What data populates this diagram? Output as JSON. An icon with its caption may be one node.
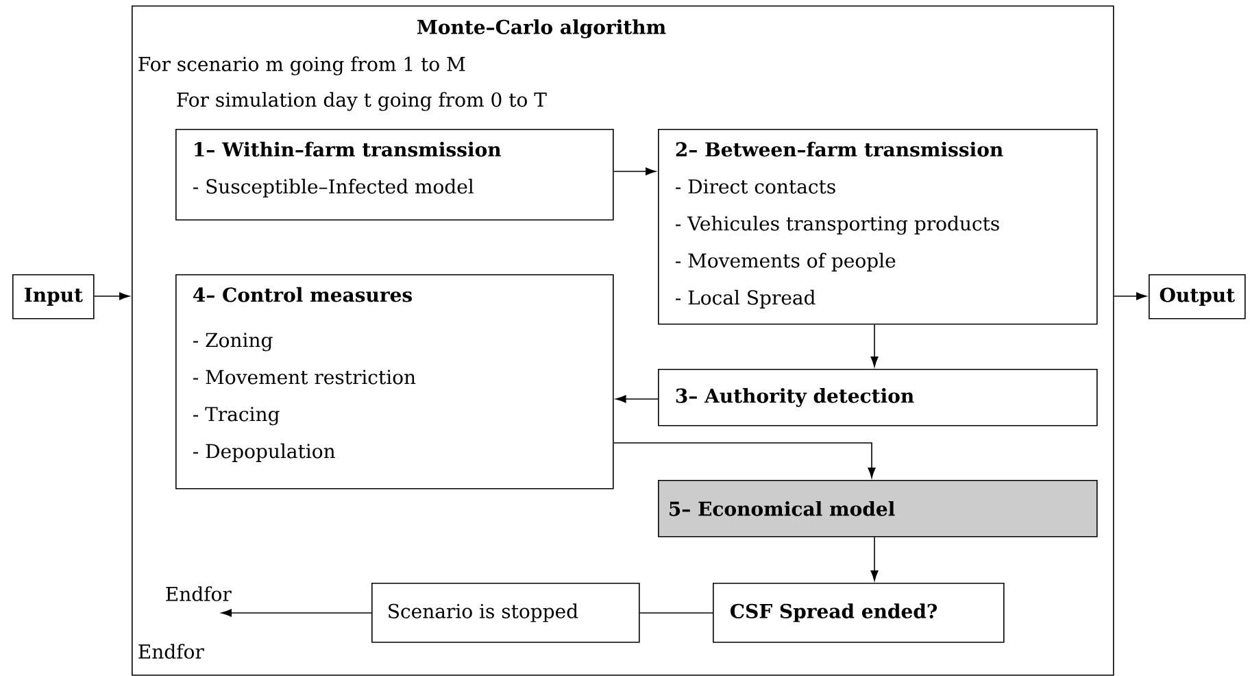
{
  "diagram": {
    "nodes": [
      {
        "text": [
          "Input"
        ]
      },
      {
        "text": [
          "Monte–Carlo algorithm",
          "For scenario m going from 1 to M",
          "For simulation day t going from 0 to T",
          "Endfor",
          "Endfor"
        ]
      },
      {
        "text": [
          "1– Within–farm transmission",
          "- Susceptible–Infected model"
        ],
        "in": 1
      },
      {
        "text": [
          "2– Between–farm transmission",
          "- Direct contacts",
          "- Vehicules transporting products",
          "- Movements of people",
          "- Local Spread"
        ],
        "in": 1
      },
      {
        "text": [
          "4– Control measures",
          "- Zoning",
          "- Movement restriction",
          "- Tracing",
          "- Depopulation"
        ],
        "in": 1
      },
      {
        "text": [
          "3– Authority detection"
        ],
        "in": 1
      },
      {
        "text": [
          "5– Economical model"
        ],
        "in": 1
      },
      {
        "text": [
          "Scenario is stopped"
        ],
        "in": 1
      },
      {
        "text": [
          "CSF Spread ended?"
        ],
        "in": 1
      },
      {
        "text": [
          "Output"
        ]
      }
    ],
    "edges": [
      {
        "from": 0,
        "to": 1,
        "arrow": "to"
      },
      {
        "from": 2,
        "to": 3,
        "arrow": "to"
      },
      {
        "from": 3,
        "to": 5,
        "arrow": "to"
      },
      {
        "from": 5,
        "to": 4,
        "arrow": "to"
      },
      {
        "from": 4,
        "to": 6,
        "arrow": "to"
      },
      {
        "from": 6,
        "to": 8,
        "arrow": "to"
      },
      {
        "from": 8,
        "to": 7,
        "arrow": "none"
      },
      {
        "from": 7,
        "to": null,
        "arrow": "to"
      },
      {
        "from": 1,
        "to": 9,
        "arrow": "to"
      }
    ]
  }
}
